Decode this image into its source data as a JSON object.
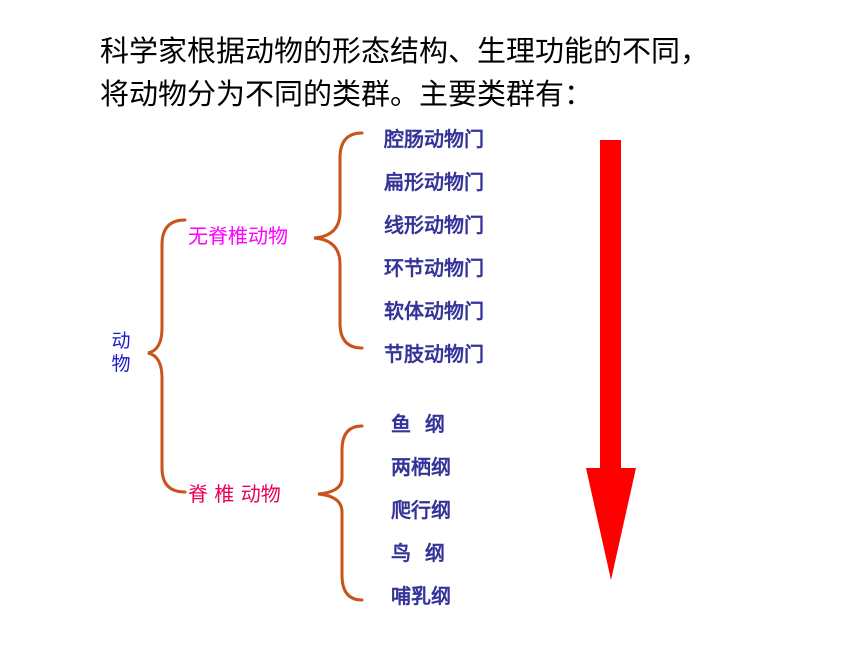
{
  "intro": {
    "line1": "科学家根据动物的形态结构、生理功能的不同，",
    "line2": "将动物分为不同的类群。主要类群有："
  },
  "root": {
    "char1": "动",
    "char2": "物",
    "color": "#1a1acc"
  },
  "invertebrates": {
    "label": "无脊椎动物",
    "color": "#ff00ff",
    "items": [
      "腔肠动物门",
      "扁形动物门",
      "线形动物门",
      "环节动物门",
      "软体动物门",
      "节肢动物门"
    ]
  },
  "vertebrates": {
    "label": "脊 椎 动物",
    "color": "#e8005a",
    "items": [
      "鱼  纲",
      "两栖纲",
      "爬行纲",
      "鸟  纲",
      "哺乳纲"
    ]
  },
  "colors": {
    "item_text": "#333399",
    "brace": "#c8541c",
    "arrow": "#ff0000"
  }
}
